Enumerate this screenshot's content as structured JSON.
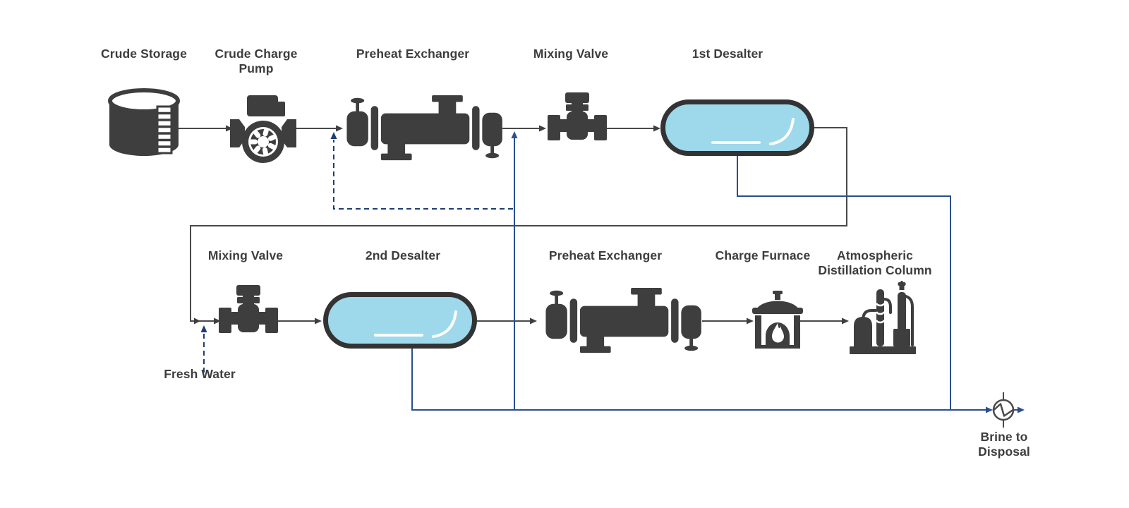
{
  "diagram": {
    "background_color": "#ffffff",
    "colors": {
      "equipment": "#3e3e3e",
      "process_line": "#4a4a4a",
      "water_line": "#2a4f8f",
      "water_line_dashed": "#1e3e73",
      "vessel_fill": "#9ed8eb",
      "vessel_outline": "#333333",
      "label_text": "#3d3d3d"
    },
    "labels": {
      "crude_storage": "Crude Storage",
      "crude_charge_pump": "Crude Charge\nPump",
      "preheat_exchanger_top": "Preheat Exchanger",
      "mixing_valve_top": "Mixing Valve",
      "first_desalter": "1st Desalter",
      "mixing_valve_bottom": "Mixing Valve",
      "second_desalter": "2nd Desalter",
      "preheat_exchanger_bottom": "Preheat Exchanger",
      "charge_furnace": "Charge Furnace",
      "atmospheric_distillation_column": "Atmospheric\nDistillation Column",
      "fresh_water": "Fresh Water",
      "brine_to_disposal": "Brine to\nDisposal"
    },
    "icons": {
      "crude_storage": "storage-tank-icon",
      "crude_charge_pump": "centrifugal-pump-icon",
      "preheat_exchanger_top": "shell-and-tube-exchanger-icon",
      "mixing_valve_top": "valve-icon",
      "first_desalter": "horizontal-vessel-icon",
      "mixing_valve_bottom": "valve-icon",
      "second_desalter": "horizontal-vessel-icon",
      "preheat_exchanger_bottom": "shell-and-tube-exchanger-icon",
      "charge_furnace": "furnace-icon",
      "atmospheric_distillation_column": "distillation-column-icon",
      "brine_to_disposal": "heat-exchanger-circle-icon"
    }
  }
}
